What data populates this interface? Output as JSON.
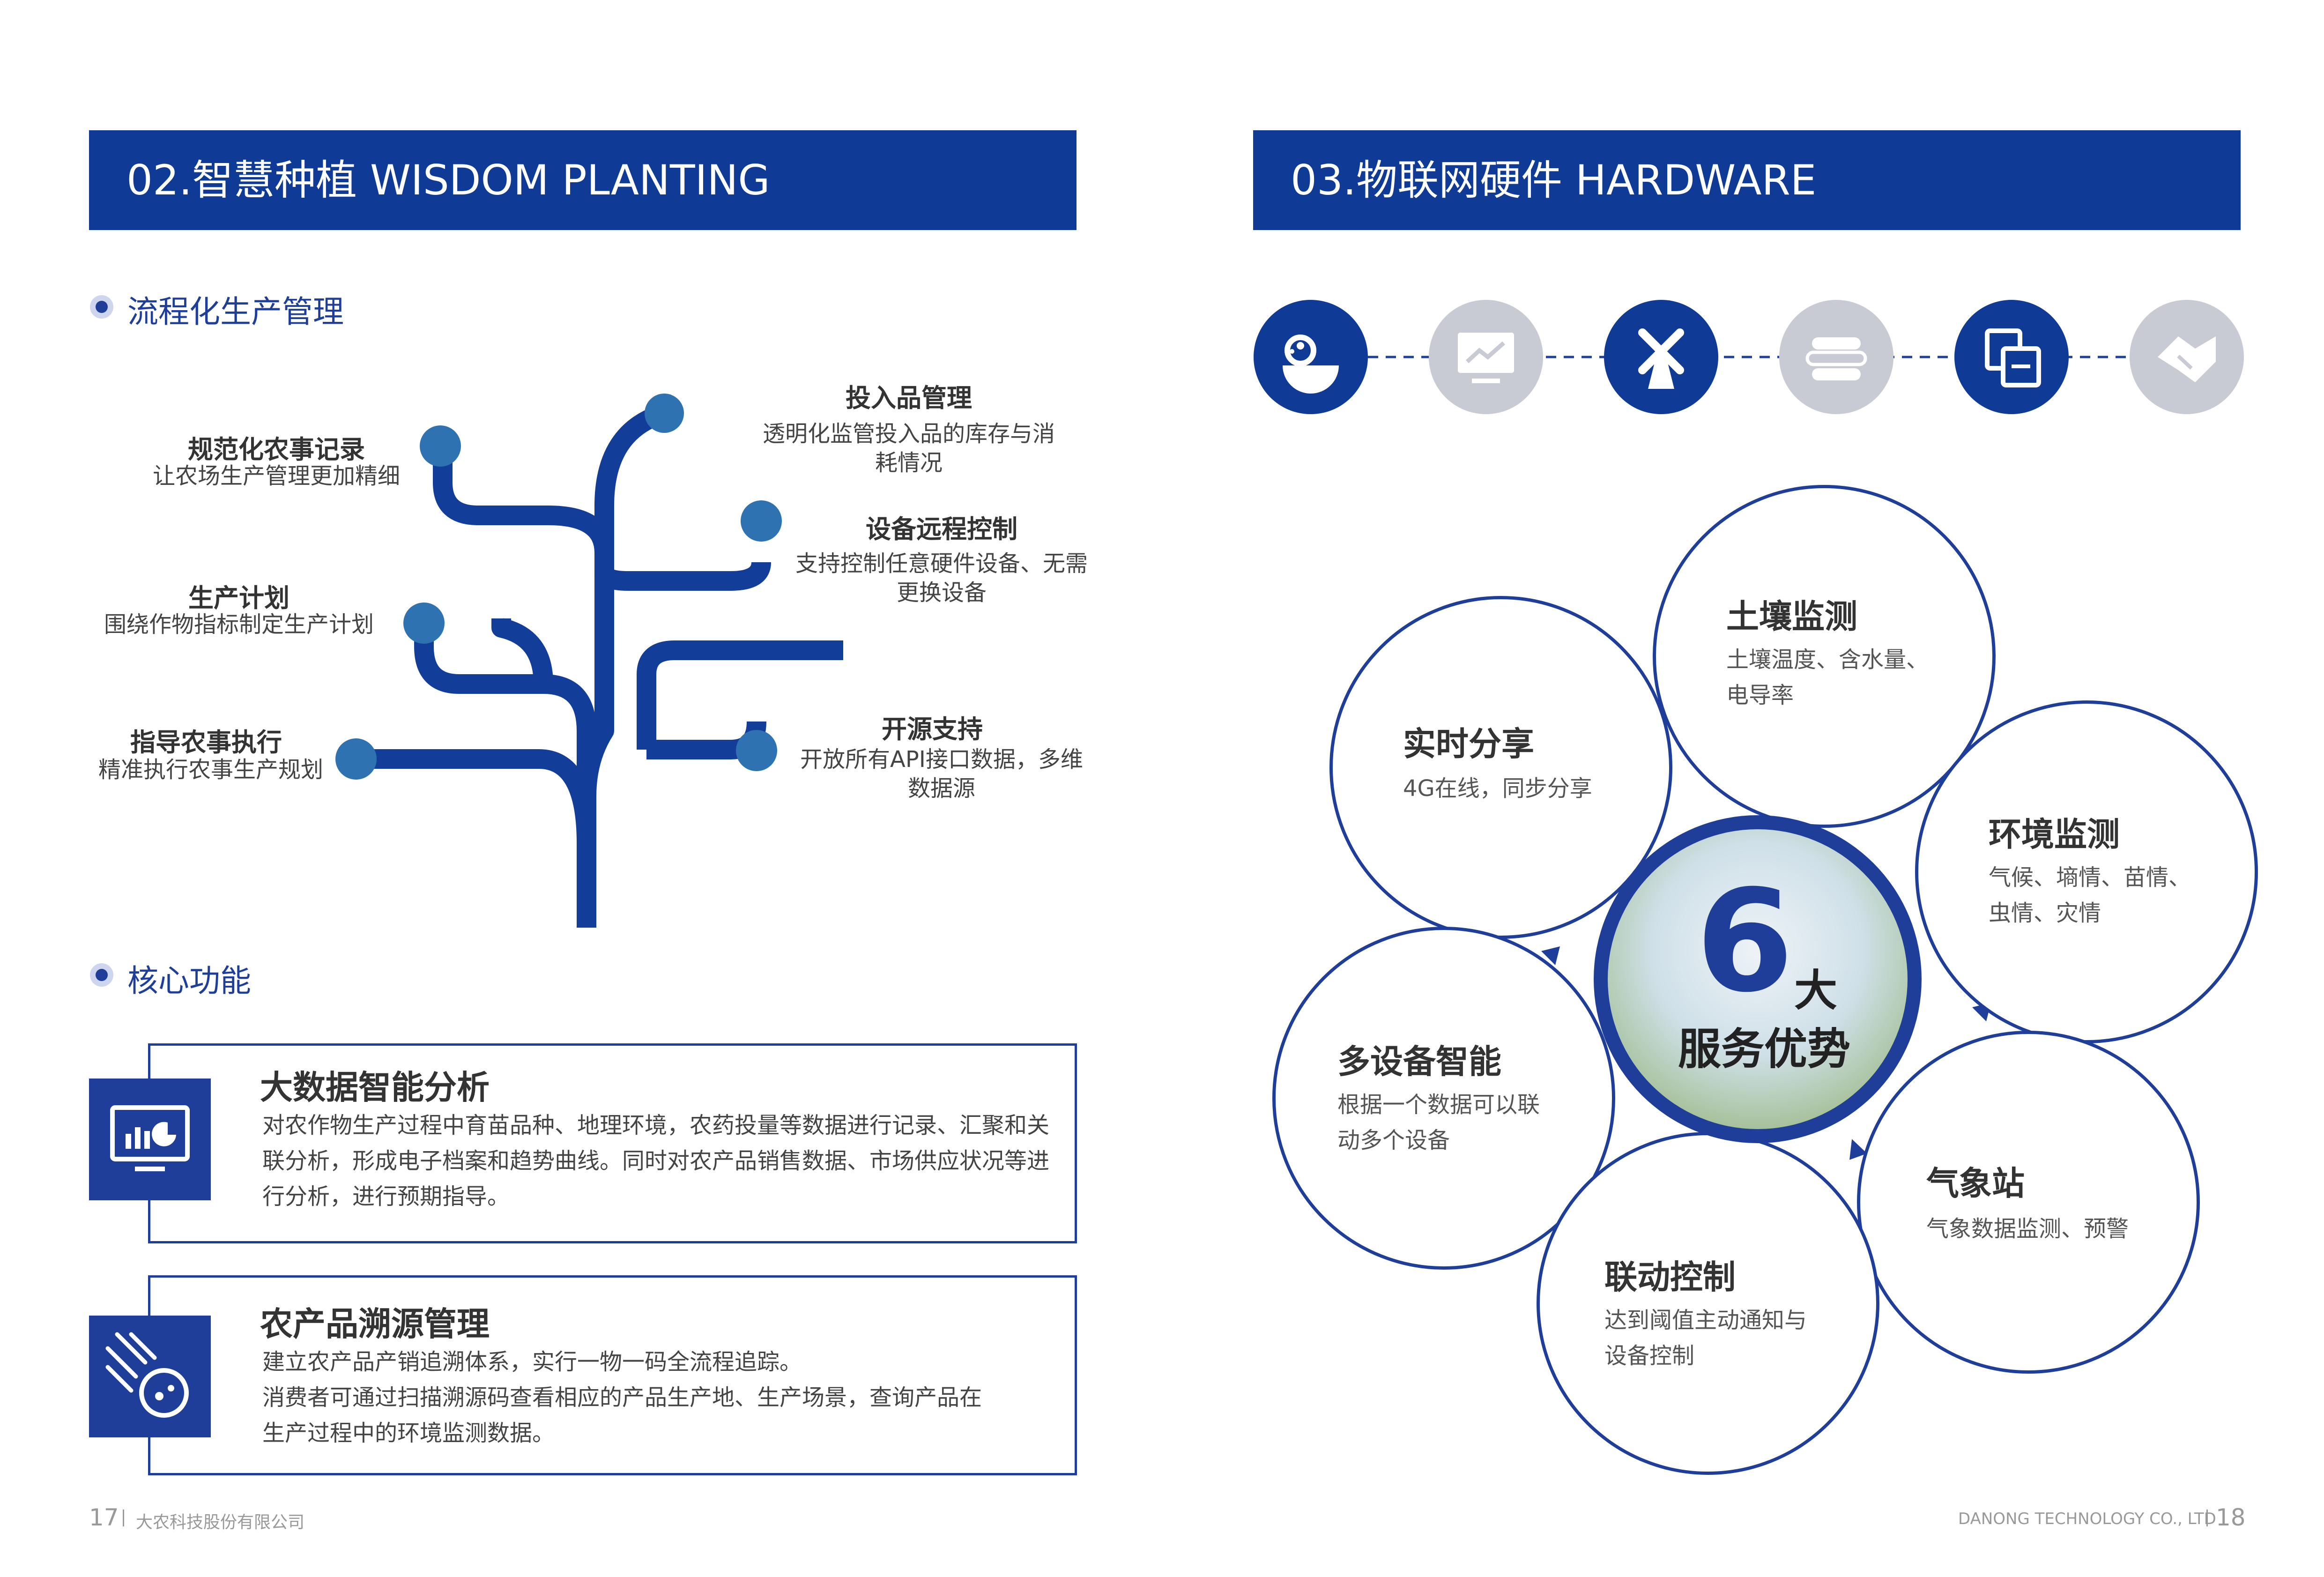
{
  "left": {
    "header": "02.智慧种植  WISDOM PLANTING",
    "process_title": "流程化生产管理",
    "tree": {
      "input_mgmt": {
        "title": "投入品管理",
        "desc": "透明化监管投入品的库存与消耗情况"
      },
      "standard_record": {
        "title": "规范化农事记录",
        "desc": "让农场生产管理更加精细"
      },
      "remote_control": {
        "title": "设备远程控制",
        "desc": "支持控制任意硬件设备、无需更换设备"
      },
      "production_plan": {
        "title": "生产计划",
        "desc": "围绕作物指标制定生产计划"
      },
      "open_source": {
        "title": "开源支持",
        "desc": "开放所有API接口数据，多维数据源"
      },
      "guide_exec": {
        "title": "指导农事执行",
        "desc": "精准执行农事生产规划"
      }
    },
    "core_title": "核心功能",
    "cards": [
      {
        "title": "大数据智能分析",
        "desc": "对农作物生产过程中育苗品种、地理环境，农药投量等数据进行记录、汇聚和关联分析，形成电子档案和趋势曲线。同时对农产品销售数据、市场供应状况等进行分析，进行预期指导。",
        "icon": "monitor-chart-icon"
      },
      {
        "title": "农产品溯源管理",
        "desc_lines": [
          "建立农产品产销追溯体系，实行一物一码全流程追踪。",
          "消费者可通过扫描溯源码查看相应的产品生产地、生产场景，查询产品在",
          "生产过程中的环境监测数据。"
        ],
        "icon": "trace-meteor-icon"
      }
    ],
    "footer": {
      "page": "17",
      "company": "大农科技股份有限公司"
    }
  },
  "right": {
    "header": "03.物联网硬件 HARDWARE",
    "icons": [
      "soil-icon",
      "monitor-icon",
      "windmill-icon",
      "sensor-icon",
      "devices-icon",
      "handshake-icon"
    ],
    "colors": {
      "primary": "#1e3e99",
      "header": "#0f3a96",
      "inactive": "#c8cbd4"
    },
    "center": {
      "number": "6",
      "big": "大",
      "subtitle": "服务优势"
    },
    "circles": [
      {
        "title": "土壤监测",
        "desc_lines": [
          "土壤温度、含水量、",
          "电导率"
        ]
      },
      {
        "title": "实时分享",
        "desc_lines": [
          "4G在线，同步分享"
        ]
      },
      {
        "title": "环境监测",
        "desc_lines": [
          "气候、墒情、苗情、",
          "虫情、灾情"
        ]
      },
      {
        "title": "多设备智能",
        "desc_lines": [
          "根据一个数据可以联",
          "动多个设备"
        ]
      },
      {
        "title": "气象站",
        "desc_lines": [
          "气象数据监测、预警"
        ]
      },
      {
        "title": "联动控制",
        "desc_lines": [
          "达到阈值主动通知与",
          "设备控制"
        ]
      }
    ],
    "footer": {
      "company": "DANONG TECHNOLOGY CO., LTD",
      "page": "18"
    }
  }
}
